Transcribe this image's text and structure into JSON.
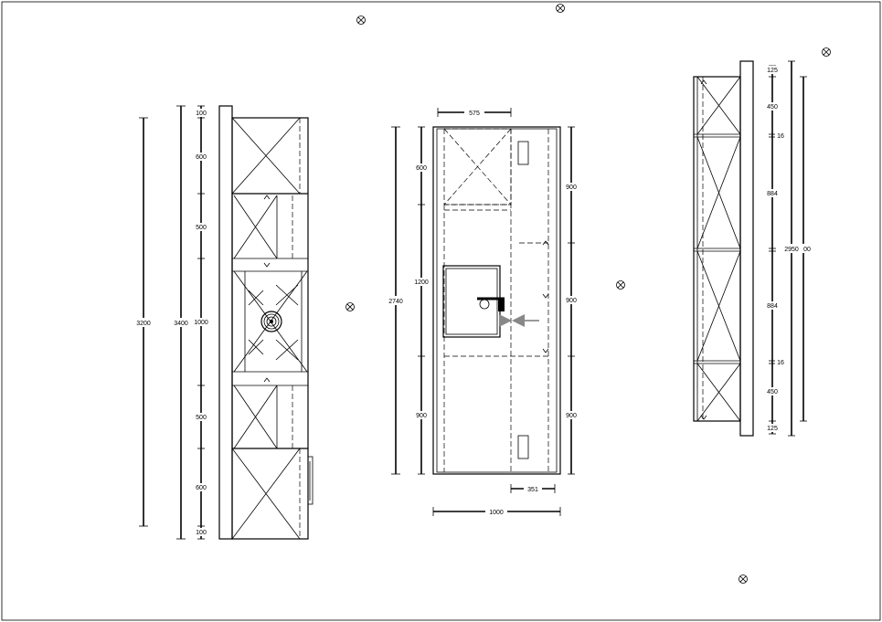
{
  "left_elevation": {
    "dims": {
      "overall_1": "3200",
      "overall_2": "3400",
      "segments": [
        "100",
        "600",
        "500",
        "1000",
        "500",
        "600",
        "100"
      ]
    }
  },
  "center_elevation": {
    "dims": {
      "width_top": "575",
      "height_total": "2740",
      "left_segments": [
        "600",
        "1200",
        "900"
      ],
      "right_segments": [
        "900",
        "900",
        "900"
      ],
      "bottom_small": "351",
      "width_total": "1000"
    }
  },
  "right_elevation": {
    "dims": {
      "segments": [
        "125",
        "450",
        "16",
        "884",
        "884",
        "16",
        "450",
        "125"
      ],
      "total_1": "2950",
      "total_2": "00"
    }
  },
  "markers": {
    "icon": "circle-x-marker-icon"
  }
}
